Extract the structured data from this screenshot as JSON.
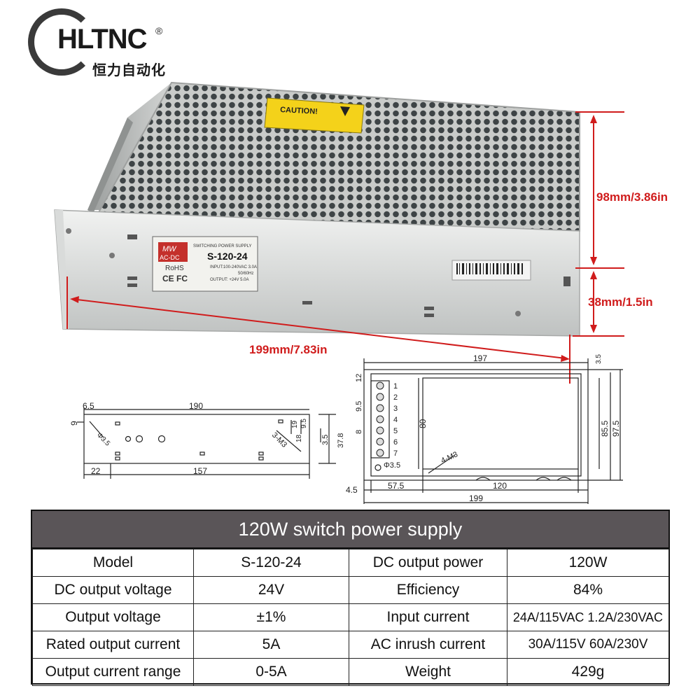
{
  "brand": {
    "logo_text": "HLTNC",
    "registered_mark": "®",
    "chinese_name": "恒力自动化"
  },
  "product_photo": {
    "caution_label": "CAUTION!",
    "brand_mark": "MW",
    "brand_sub": "AC-DC",
    "label_header": "SWITCHING POWER SUPPLY",
    "model_label": "S-120-24",
    "input_line": "INPUT:100-240VAC 3.0A",
    "freq_line": "50/60Hz",
    "output_line": "OUTPUT: +24V 5.0A",
    "rohs": "RoHS",
    "certs": "CE FC"
  },
  "dimensions": {
    "height": "98mm/3.86in",
    "depth": "38mm/1.5in",
    "length": "199mm/7.83in"
  },
  "drawing_side": {
    "d_6_5": "6.5",
    "d_190": "190",
    "d_9": "9",
    "d_phi35": "Φ3.5",
    "d_3m3": "3-M3",
    "d_19": "19",
    "d_95": "9.5",
    "d_18": "18",
    "d_35": "3.5",
    "d_378": "37.8",
    "d_22": "22",
    "d_157": "157"
  },
  "drawing_top": {
    "d_197": "197",
    "d_35": "3.5",
    "d_12": "12",
    "d_95": "9.5",
    "d_8": "8",
    "d_80": "80",
    "d_855": "85.5",
    "d_975": "97.5",
    "d_phi35": "Φ3.5",
    "d_4m3": "4-M3",
    "d_45": "4.5",
    "d_575": "57.5",
    "d_120": "120",
    "d_199": "199",
    "terminals": [
      "1",
      "2",
      "3",
      "4",
      "5",
      "6",
      "7"
    ]
  },
  "spec": {
    "title": "120W switch power supply",
    "rows": [
      [
        "Model",
        "S-120-24",
        "DC output power",
        "120W"
      ],
      [
        "DC output voltage",
        "24V",
        "Efficiency",
        "84%"
      ],
      [
        "Output voltage",
        "±1%",
        "Input current",
        "24A/115VAC  1.2A/230VAC"
      ],
      [
        "Rated output current",
        "5A",
        "AC inrush current",
        "30A/115V 60A/230V"
      ],
      [
        "Output current range",
        "0-5A",
        "Weight",
        "429g"
      ]
    ]
  },
  "colors": {
    "dimension_red": "#d01c1c",
    "table_header_bg": "#5a5558",
    "caution_yellow": "#f4d21a"
  }
}
